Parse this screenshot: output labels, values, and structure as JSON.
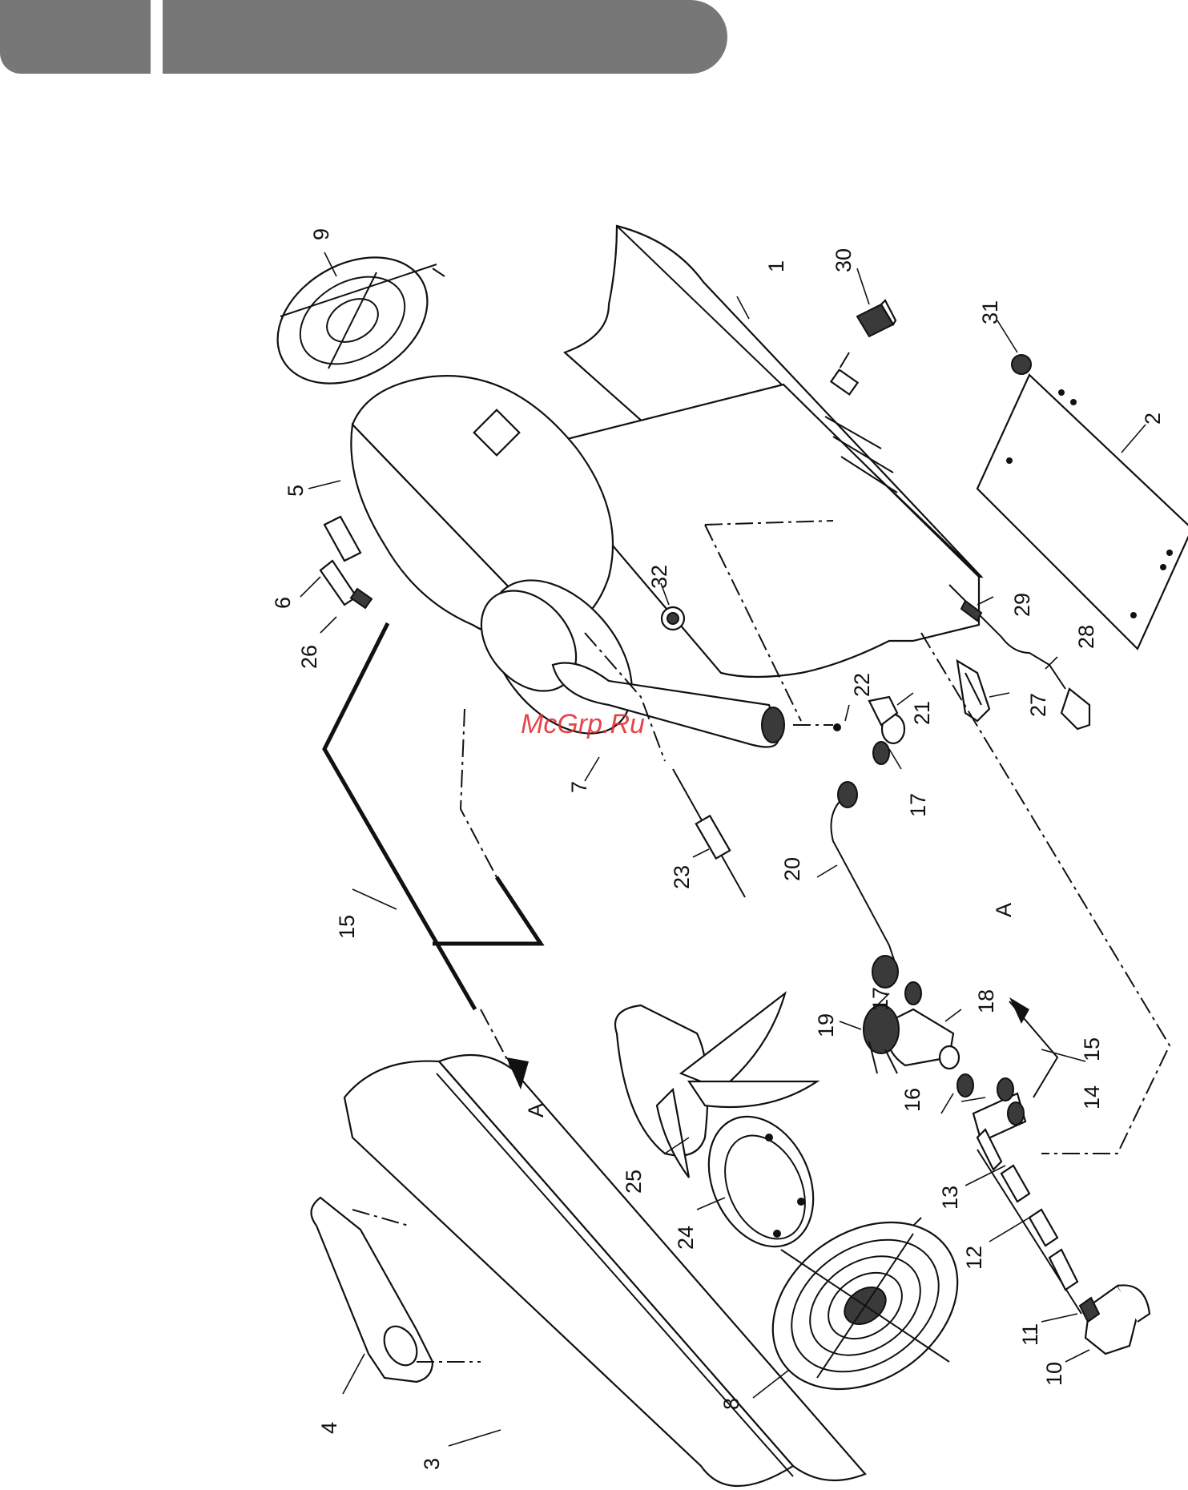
{
  "header": {
    "left_label": "",
    "right_label": ""
  },
  "watermark": "McGrp.Ru",
  "labels": {
    "p1": "1",
    "p2": "2",
    "p3": "3",
    "p4": "4",
    "p5": "5",
    "p6": "6",
    "p7": "7",
    "p8": "8",
    "p9": "9",
    "p10": "10",
    "p11": "11",
    "p12": "12",
    "p13": "13",
    "p14": "14",
    "p15a": "15",
    "p15b": "15",
    "p16": "16",
    "p17a": "17",
    "p17b": "17",
    "p18": "18",
    "p19": "19",
    "p20": "20",
    "p21": "21",
    "p22": "22",
    "p23": "23",
    "p24": "24",
    "p25": "25",
    "p26": "26",
    "p27": "27",
    "p28": "28",
    "p29": "29",
    "p30": "30",
    "p31": "31",
    "p32": "32",
    "a1": "A",
    "a2": "A"
  }
}
